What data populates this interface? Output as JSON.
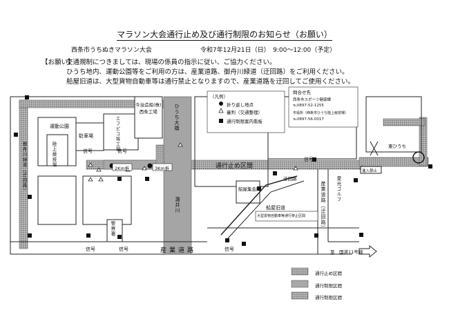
{
  "title": "マラソン大会通行止め及び通行制限のお知らせ（お願い）",
  "organizer": "西条市うちぬきマラソン大会",
  "datetime": "令和7年12月21日（日）　9:00～12:00（予定）",
  "notice": {
    "label": "【お願い】",
    "lines": [
      "交通規制につきましては、現場の係員の指示に従い、ご協力ください。",
      "ひうち地内、運動公園等をご利用の方は、産業道路、御舟川緑道（迂回路）をご利用ください。",
      "船屋旧道は、大型貨物自動車等は通行禁止となりますので、産業道路を迂回してご使用ください。"
    ]
  },
  "legend_top": {
    "header": "（凡例）",
    "items": [
      "折り返し地点",
      "審判（交通整理）",
      "通行制限案内看板"
    ]
  },
  "contact": {
    "header": "問合せ先",
    "lines": [
      "西条市スポーツ健康課",
      "℡0897-52-1255",
      "市役所（西条市ひうち陸上競技場）",
      "℡0897-56-0017"
    ]
  },
  "map_labels": {
    "undou_kouen": "運動公園",
    "chuushajou": "駐車場",
    "rikujou": "陸上競技場",
    "imaji": "今治造船(株)\n西条工場",
    "hiuchi_ohashi": "ひうち大橋",
    "road_closed": "通行止め区間",
    "km2": "2Km折",
    "km3": "3Km折",
    "shingou": "信号",
    "mifune": "御舟川緑道（迂回路）",
    "kaiinsen": "灘井川",
    "funaya_hall": "船屋集会所",
    "ukairo": "迂回路",
    "funaya_kyuudou": "船屋旧道",
    "funaya_note": "大型貨物自動車等通行禁止区間",
    "sangyou_douro": "産業道路",
    "sangyou_vertical": "産業道路（迂回路）",
    "keisatsu": "警察署",
    "higashi_hiuchi": "東ひうち",
    "shinnyuu_kinshi": "進入禁止",
    "golf": "愛光ゴルフ",
    "kokudou": "至　国道11号線",
    "factory": "エフピコ等工場"
  },
  "legend_bottom": [
    "通行止め区間",
    "通行制限区間",
    "通行制限区間"
  ]
}
